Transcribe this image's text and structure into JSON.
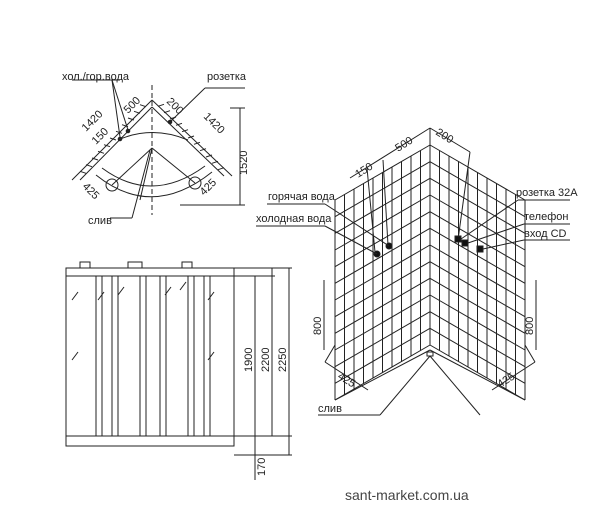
{
  "top_view": {
    "label_water": "хол./гор.вода",
    "label_socket": "розетка",
    "label_drain": "слив",
    "dim_left_wall": "1420",
    "dim_right_wall": "1420",
    "dim_500": "500",
    "dim_150": "150",
    "dim_200": "200",
    "dim_depth": "1520",
    "dim_left_425": "425",
    "dim_right_425": "425"
  },
  "front_view": {
    "dim_1900": "1900",
    "dim_2200": "2200",
    "dim_2250": "2250",
    "dim_170": "170"
  },
  "iso_view": {
    "dim_150": "150",
    "dim_500": "500",
    "dim_200": "200",
    "label_hot_water": "горячая вода",
    "label_cold_water": "холодная вода",
    "label_socket_32a": "розетка 32А",
    "label_phone": "телефон",
    "label_cd_input": "вход CD",
    "dim_left_800": "800",
    "dim_right_800": "800",
    "dim_left_425": "425",
    "dim_right_425": "425",
    "label_drain": "слив"
  },
  "watermark": "sant-market.com.ua"
}
